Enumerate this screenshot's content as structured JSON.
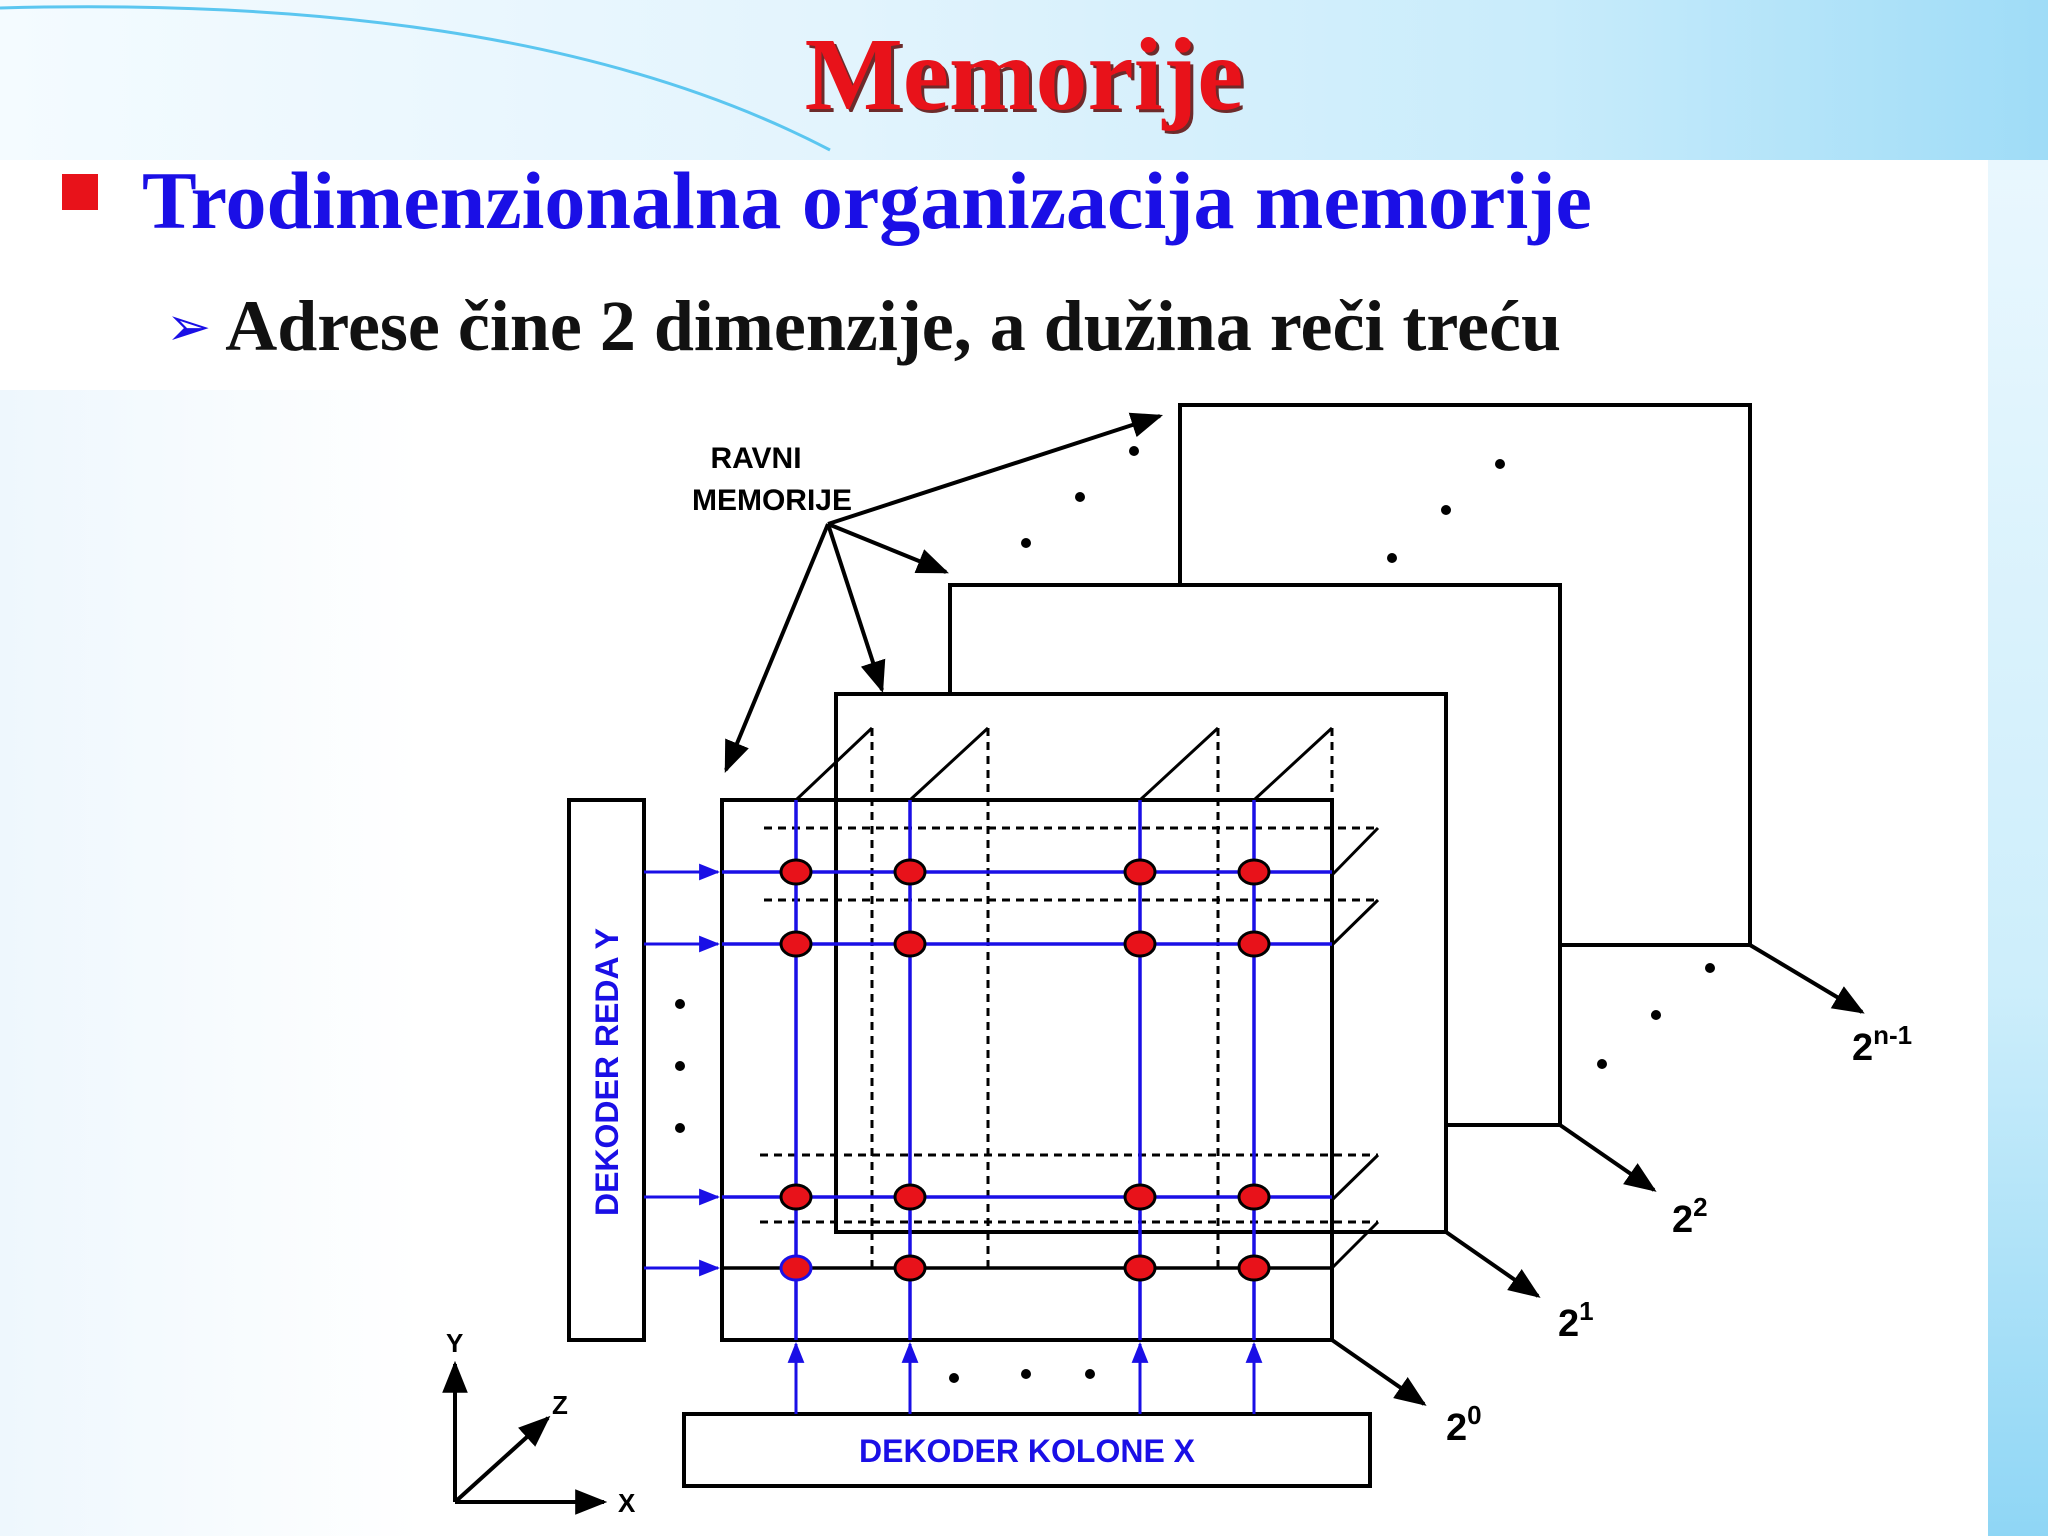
{
  "slide": {
    "title": "Memorije",
    "bullet": "Trodimenzionalna organizacija  memorije",
    "sub_bullet": "Adrese čine 2 dimenzije, a dužina reči treću"
  },
  "diagram": {
    "planes_label_line1": "RAVNI",
    "planes_label_line2": "MEMORIJE",
    "row_decoder": "DEKODER REDA Y",
    "column_decoder": "DEKODER KOLONE X",
    "plane_labels": [
      {
        "base": "2",
        "exp": "0"
      },
      {
        "base": "2",
        "exp": "1"
      },
      {
        "base": "2",
        "exp": "2"
      },
      {
        "base": "2",
        "exp": "n-1"
      }
    ],
    "axes": {
      "y": "Y",
      "z": "Z",
      "x": "X"
    },
    "colors": {
      "wire": "#1a0fe6",
      "cell": "#e8121a",
      "line": "#000000"
    }
  }
}
